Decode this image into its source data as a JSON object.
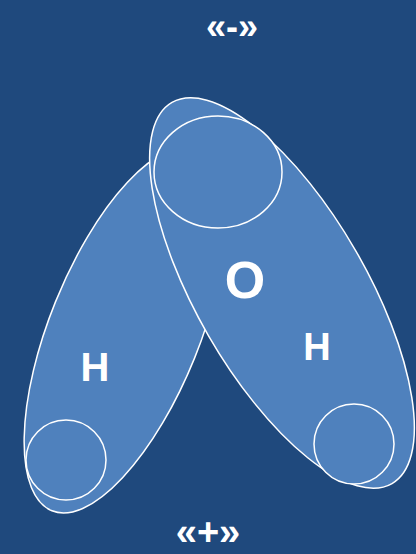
{
  "diagram": {
    "nodes": [
      {
        "text": [
          "H"
        ]
      },
      {
        "text": [
          "O",
          "H"
        ]
      }
    ],
    "labels": [
      "«-»",
      "«+»"
    ]
  }
}
